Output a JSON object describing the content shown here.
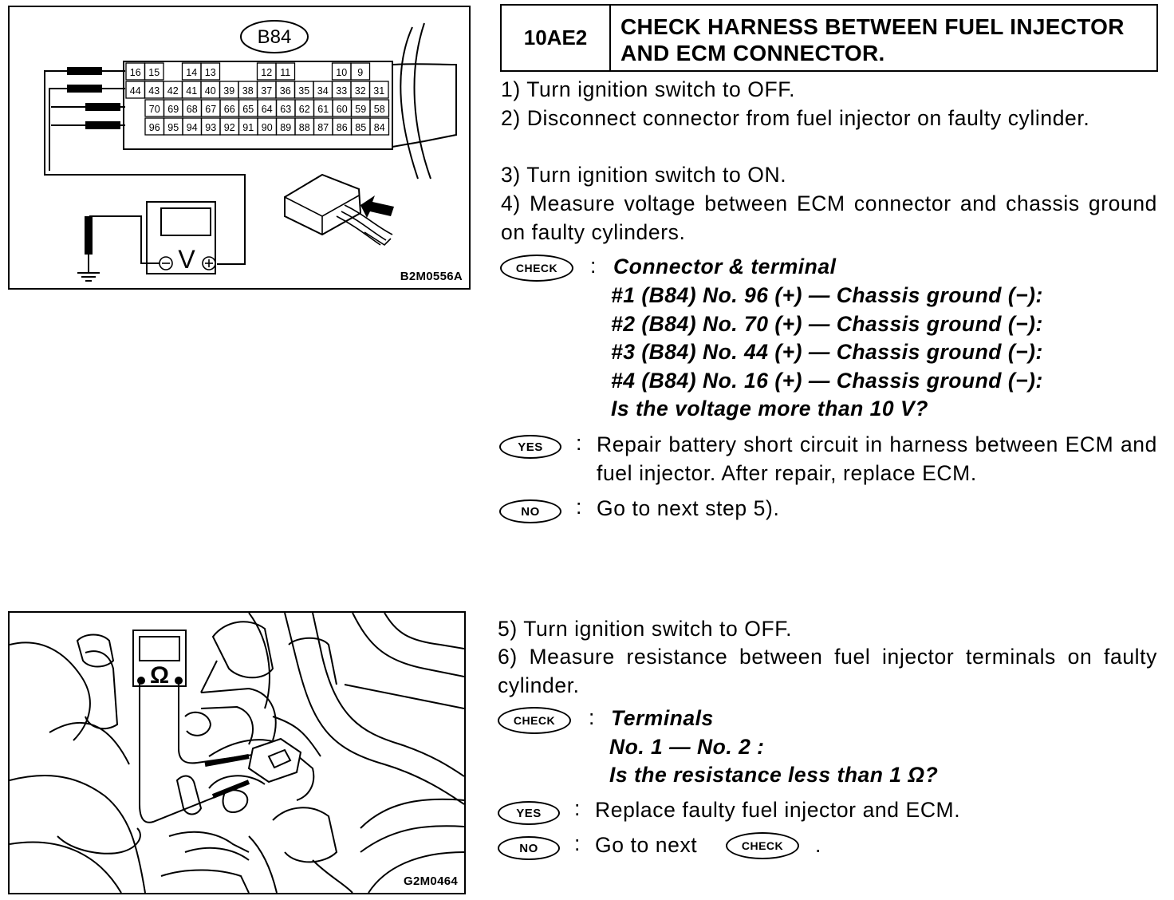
{
  "figure1": {
    "connector_label": "B84",
    "code": "B2M0556A",
    "row1_pins": [
      "16",
      "15",
      "",
      "14",
      "13",
      "",
      "",
      "12",
      "11",
      "",
      "",
      "10",
      "9",
      ""
    ],
    "row2_pins": [
      "44",
      "43",
      "42",
      "41",
      "40",
      "39",
      "38",
      "37",
      "36",
      "35",
      "34",
      "33",
      "32",
      "31"
    ],
    "row3_pins": [
      "70",
      "69",
      "68",
      "67",
      "66",
      "65",
      "64",
      "63",
      "62",
      "61",
      "60",
      "59",
      "58"
    ],
    "row4_pins": [
      "96",
      "95",
      "94",
      "93",
      "92",
      "91",
      "90",
      "89",
      "88",
      "87",
      "86",
      "85",
      "84"
    ],
    "meter_symbol": "V",
    "minus_symbol": "−",
    "plus_symbol": "+"
  },
  "figure2": {
    "code": "G2M0464",
    "meter_symbol": "Ω"
  },
  "step": {
    "code": "10AE2",
    "title": "CHECK HARNESS BETWEEN FUEL INJECTOR AND ECM CONNECTOR."
  },
  "section1": {
    "instructions": [
      "1) Turn ignition switch to OFF.",
      "2) Disconnect connector from fuel injector on faulty cylinder.",
      "3) Turn ignition switch to ON.",
      "4) Measure voltage between ECM connector and chassis ground on faulty cylinders."
    ],
    "check_badge": "CHECK",
    "check_lines": [
      "Connector & terminal",
      "#1 (B84) No. 96 (+) — Chassis ground (−):",
      "#2 (B84) No. 70 (+) — Chassis ground (−):",
      "#3 (B84) No. 44 (+) — Chassis ground (−):",
      "#4 (B84) No. 16 (+) — Chassis ground (−):",
      "Is the voltage more than 10 V?"
    ],
    "yes_badge": "YES",
    "yes_text": "Repair battery short circuit in harness between ECM and fuel injector. After repair, replace ECM.",
    "no_badge": "NO",
    "no_text": "Go to next step 5)."
  },
  "section2": {
    "instructions": [
      "5) Turn ignition switch to OFF.",
      "6) Measure resistance between fuel injector terminals on faulty cylinder."
    ],
    "check_badge": "CHECK",
    "check_lines": [
      "Terminals",
      "No. 1 — No. 2 :",
      "Is the resistance less than 1 Ω?"
    ],
    "yes_badge": "YES",
    "yes_text": "Replace faulty fuel injector and ECM.",
    "no_badge": "NO",
    "no_text": "Go to next",
    "no_inline_badge": "CHECK",
    "no_tail": "."
  }
}
